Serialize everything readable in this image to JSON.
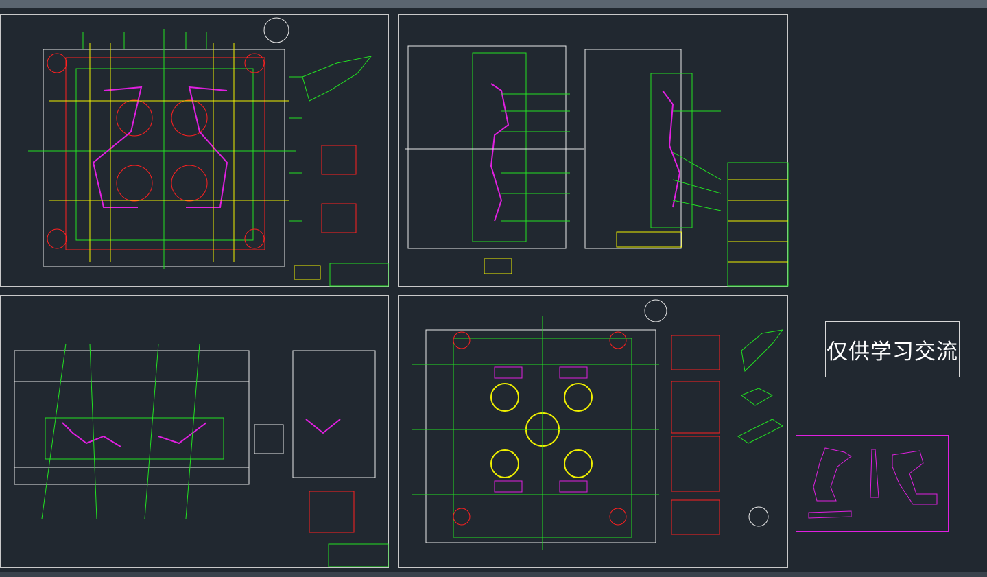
{
  "watermark": {
    "text": "仅供学习交流"
  },
  "colors": {
    "background": "#212830",
    "frame": "#c9c9c9",
    "green": "#22e022",
    "yellow": "#f0f000",
    "magenta": "#e020e0",
    "red": "#ff2020",
    "cyan": "#20e0e0",
    "white": "#e8e8e8"
  },
  "sheets": [
    {
      "name": "top-left-drawing-sheet",
      "view": "core-side-plan"
    },
    {
      "name": "top-right-drawing-sheet",
      "view": "section-views"
    },
    {
      "name": "bottom-left-drawing-sheet",
      "view": "section-a-a"
    },
    {
      "name": "bottom-right-drawing-sheet",
      "view": "cavity-side-plan"
    }
  ],
  "icons": [
    "north-arrow-icon",
    "part-outline-icon"
  ]
}
